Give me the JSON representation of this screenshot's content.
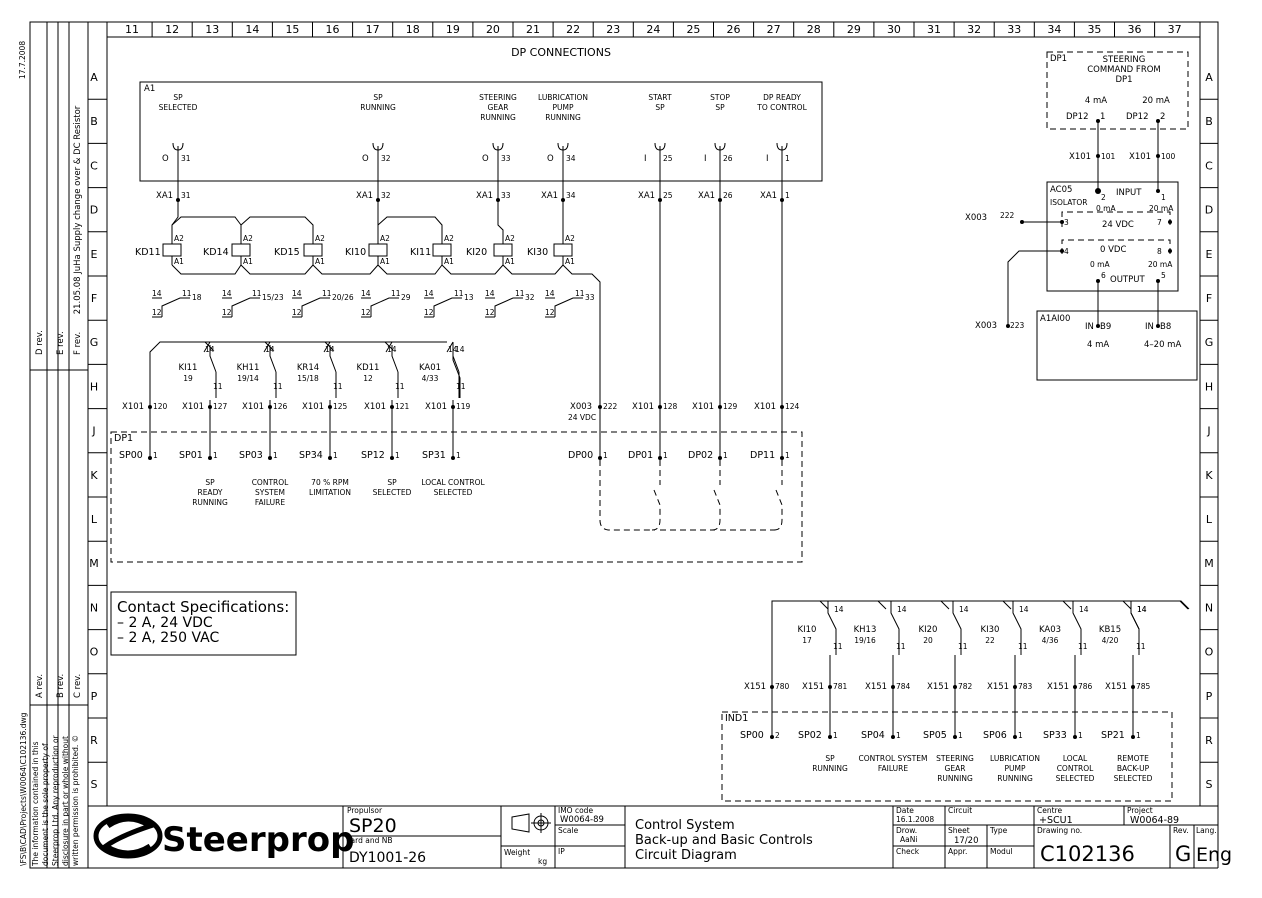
{
  "sheet": {
    "title": "DP CONNECTIONS",
    "col_numbers": [
      "11",
      "12",
      "13",
      "14",
      "15",
      "16",
      "17",
      "18",
      "19",
      "20",
      "21",
      "22",
      "23",
      "24",
      "25",
      "26",
      "27",
      "28",
      "29",
      "30",
      "31",
      "32",
      "33",
      "34",
      "35",
      "36",
      "37"
    ],
    "row_letters": [
      "A",
      "B",
      "C",
      "D",
      "E",
      "F",
      "G",
      "H",
      "J",
      "K",
      "L",
      "M",
      "N",
      "O",
      "P",
      "R",
      "S"
    ]
  },
  "revision_strip": {
    "date_top": "17.7.2008",
    "history": "21.05.08 JuHa Supply change over & DC Resistor",
    "rev_labels": [
      "D rev.",
      "E rev.",
      "F rev.",
      "A rev.",
      "B rev.",
      "C rev."
    ],
    "file_path": "\\FS\\B\\CAD\\Projects\\W0064\\C102136.dwg",
    "copyright": [
      "The information contained in this",
      "document is the sole property of",
      "Steerprop Ltd. Any reproduction or",
      "disclosure in part or whole without",
      "written permission is prohibited. ©"
    ]
  },
  "a1_panel": {
    "name": "A1",
    "outputs": [
      {
        "label": [
          "SP",
          "SELECTED"
        ],
        "io": "O",
        "num": "31",
        "xa": "XA1",
        "xa_num": "31"
      },
      {
        "label": [
          "SP",
          "RUNNING"
        ],
        "io": "O",
        "num": "32",
        "xa": "XA1",
        "xa_num": "32"
      },
      {
        "label": [
          "STEERING",
          "GEAR",
          "RUNNING"
        ],
        "io": "O",
        "num": "33",
        "xa": "XA1",
        "xa_num": "33"
      },
      {
        "label": [
          "LUBRICATION",
          "PUMP",
          "RUNNING"
        ],
        "io": "O",
        "num": "34",
        "xa": "XA1",
        "xa_num": "34"
      },
      {
        "label": [
          "START",
          "SP"
        ],
        "io": "I",
        "num": "25",
        "xa": "XA1",
        "xa_num": "25"
      },
      {
        "label": [
          "STOP",
          "SP"
        ],
        "io": "I",
        "num": "26",
        "xa": "XA1",
        "xa_num": "26"
      },
      {
        "label": [
          "DP READY",
          "TO CONTROL"
        ],
        "io": "I",
        "num": "1",
        "xa": "XA1",
        "xa_num": "1"
      }
    ]
  },
  "relays": {
    "coils": [
      "KD11",
      "KD14",
      "KD15",
      "KI10",
      "KI11",
      "KI20",
      "KI30"
    ],
    "coil_a1": "A1",
    "coil_a2": "A2",
    "contacts": [
      {
        "n14": "14",
        "n11": "11",
        "n12": "12",
        "ref": "18"
      },
      {
        "n14": "14",
        "n11": "11",
        "n12": "12",
        "ref": "15/23"
      },
      {
        "n14": "14",
        "n11": "11",
        "n12": "12",
        "ref": "20/26"
      },
      {
        "n14": "14",
        "n11": "11",
        "n12": "12",
        "ref": "29"
      },
      {
        "n14": "14",
        "n11": "11",
        "n12": "12",
        "ref": "13"
      },
      {
        "n14": "14",
        "n11": "11",
        "n12": "12",
        "ref": "32"
      },
      {
        "n14": "14",
        "n11": "11",
        "n12": "12",
        "ref": "33"
      }
    ]
  },
  "upper_contacts": {
    "items": [
      {
        "name": "KI11",
        "ref": "19",
        "term": "X101",
        "term_num": "120",
        "dp": "SP00",
        "dp_num": "1",
        "desc": []
      },
      {
        "name": "KH11",
        "ref": "19/14",
        "term": "X101",
        "term_num": "127",
        "dp": "SP01",
        "dp_num": "1",
        "desc": [
          "SP",
          "READY",
          "RUNNING"
        ]
      },
      {
        "name": "KR14",
        "ref": "15/18",
        "term": "X101",
        "term_num": "126",
        "dp": "SP03",
        "dp_num": "1",
        "desc": [
          "CONTROL",
          "SYSTEM",
          "FAILURE"
        ]
      },
      {
        "name": "KD11",
        "ref": "12",
        "term": "X101",
        "term_num": "125",
        "dp": "SP34",
        "dp_num": "1",
        "desc": [
          "70 % RPM",
          "LIMITATION"
        ]
      },
      {
        "name": "KA01",
        "ref": "4/33",
        "term": "X101",
        "term_num": "121",
        "dp": "SP12",
        "dp_num": "1",
        "desc": [
          "SP",
          "SELECTED"
        ]
      },
      {
        "name": "",
        "ref": "",
        "term": "X101",
        "term_num": "119",
        "dp": "SP31",
        "dp_num": "1",
        "desc": [
          "LOCAL CONTROL",
          "SELECTED"
        ]
      }
    ],
    "n14": "14",
    "n11": "11"
  },
  "dp_inputs": {
    "x003": "X003",
    "x003_num": "222",
    "x003_sub": "24 VDC",
    "items": [
      {
        "term": "X101",
        "term_num": "128",
        "dp": "DP00",
        "dp_num": "1"
      },
      {
        "term": "X101",
        "term_num": "129",
        "dp": "DP01",
        "dp_num": "1"
      },
      {
        "term": "X101",
        "term_num": "124",
        "dp": "DP02",
        "dp_num": "1"
      },
      {
        "term": "",
        "term_num": "",
        "dp": "DP11",
        "dp_num": "1"
      }
    ],
    "box_name": "DP1"
  },
  "steering": {
    "box_name": "DP1",
    "title": [
      "STEERING",
      "COMMAND FROM",
      "DP1"
    ],
    "ma_left": "4 mA",
    "ma_right": "20 mA",
    "dp_left": "DP12",
    "dp_left_num": "1",
    "dp_right": "DP12",
    "dp_right_num": "2",
    "x_left": "X101",
    "x_left_num": "101",
    "x_right": "X101",
    "x_right_num": "100",
    "iso_name": "AC05",
    "iso_sub": "ISOLATOR",
    "iso_input": "INPUT",
    "iso_output": "OUTPUT",
    "in_0ma": "0 mA",
    "in_20ma": "20 mA",
    "vdc24": "24 VDC",
    "vdc0": "0 VDC",
    "out_0ma": "0 mA",
    "out_20ma": "20 mA",
    "pins": {
      "p2": "2",
      "p1": "1",
      "p3": "3",
      "p7": "7",
      "p4": "4",
      "p8": "8",
      "p6": "6",
      "p5": "5"
    },
    "x003a": "X003",
    "x003a_num": "222",
    "x003b": "X003",
    "x003b_num": "223",
    "aio_name": "A1AI00",
    "in_left": "IN",
    "in_left_num": "B9",
    "in_right": "IN",
    "in_right_num": "B8",
    "aio_left": "4 mA",
    "aio_right": "4–20 mA"
  },
  "contact_specs": {
    "title": "Contact Specifications:",
    "lines": [
      "– 2 A, 24 VDC",
      "– 2 A, 250 VAC"
    ]
  },
  "lower_contacts": {
    "box_name": "IND1",
    "n14": "14",
    "n11": "11",
    "items": [
      {
        "name": "KI10",
        "ref": "17",
        "term": "X151",
        "term_num": "780",
        "dp": "SP00",
        "dp_num": "2",
        "desc": []
      },
      {
        "name": "KH13",
        "ref": "19/16",
        "term": "X151",
        "term_num": "781",
        "dp": "SP02",
        "dp_num": "1",
        "desc": [
          "SP",
          "RUNNING"
        ]
      },
      {
        "name": "KI20",
        "ref": "20",
        "term": "X151",
        "term_num": "784",
        "dp": "SP04",
        "dp_num": "1",
        "desc": [
          "CONTROL SYSTEM",
          "FAILURE"
        ]
      },
      {
        "name": "KI30",
        "ref": "22",
        "term": "X151",
        "term_num": "782",
        "dp": "SP05",
        "dp_num": "1",
        "desc": [
          "STEERING",
          "GEAR",
          "RUNNING"
        ]
      },
      {
        "name": "KA03",
        "ref": "4/36",
        "term": "X151",
        "term_num": "783",
        "dp": "SP06",
        "dp_num": "1",
        "desc": [
          "LUBRICATION",
          "PUMP",
          "RUNNING"
        ]
      },
      {
        "name": "KB15",
        "ref": "4/20",
        "term": "X151",
        "term_num": "786",
        "dp": "SP33",
        "dp_num": "1",
        "desc": [
          "LOCAL",
          "CONTROL",
          "SELECTED"
        ]
      },
      {
        "name": "",
        "ref": "",
        "term": "X151",
        "term_num": "785",
        "dp": "SP21",
        "dp_num": "1",
        "desc": [
          "REMOTE",
          "BACK-UP",
          "SELECTED"
        ]
      }
    ]
  },
  "title_block": {
    "company": "Steerprop",
    "propulsor_label": "Propulsor",
    "propulsor": "SP20",
    "yard_label": "Yard and NB",
    "yard": "DY1001-26",
    "weight_label": "Weight",
    "weight_unit": "kg",
    "imo_label": "IMO code",
    "imo": "W0064-89",
    "scale_label": "Scale",
    "ip_label": "IP",
    "desc": [
      "Control System",
      "Back-up and Basic Controls",
      "Circuit Diagram"
    ],
    "date_label": "Date",
    "date": "16.1.2008",
    "drawn_label": "Drow.",
    "drawn": "AaNi",
    "check_label": "Check",
    "circuit_label": "Circuit",
    "sheet_label": "Sheet",
    "sheet": "17/20",
    "type_label": "Type",
    "appr_label": "Appr.",
    "modul_label": "Modul",
    "centre_label": "Centre",
    "centre": "+SCU1",
    "project_label": "Project",
    "project": "W0064-89",
    "drawing_label": "Drawing no.",
    "drawing": "C102136",
    "rev_label": "Rev.",
    "rev": "G",
    "lang_label": "Lang.",
    "lang": "Eng"
  }
}
